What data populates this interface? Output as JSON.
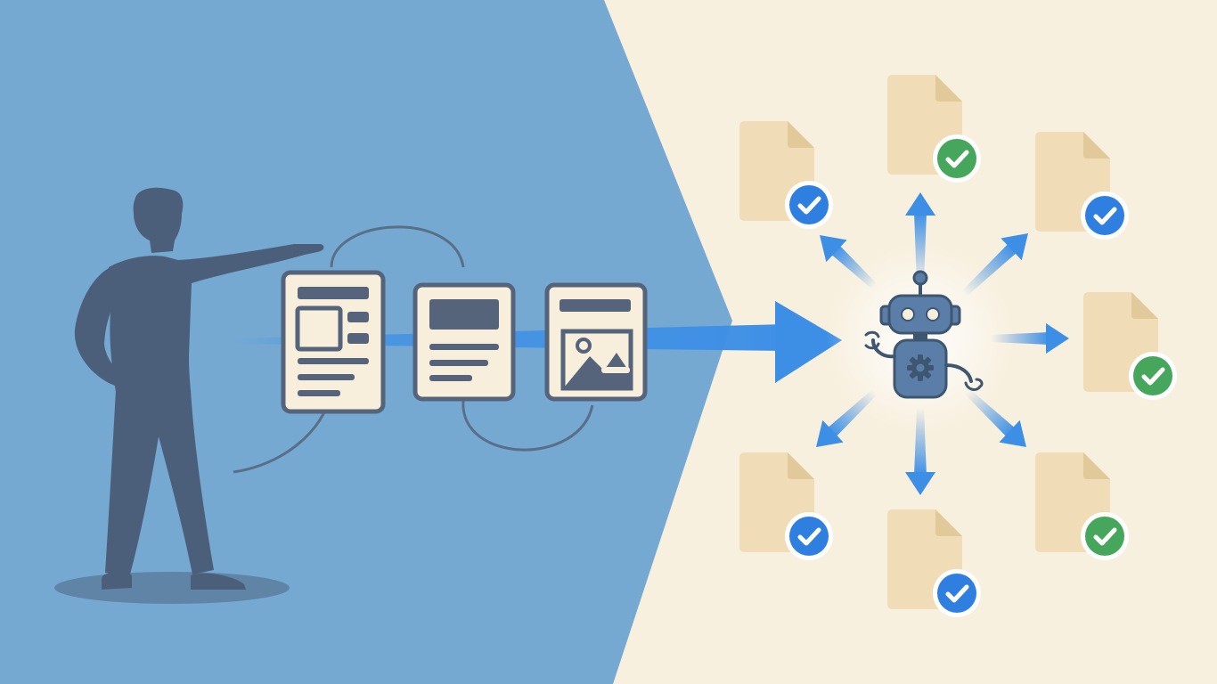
{
  "colors": {
    "left_panel": "#75A9D2",
    "right_panel": "#F8F0DF",
    "figure": "#4B5F7B",
    "shadow": "#5F84A6",
    "template_paper": "#F7EEDB",
    "template_ink": "#55647A",
    "arrow_blue": "#3D8FE6",
    "doc_paper": "#F0DDB8",
    "doc_fold": "#E2C999",
    "check_blue": "#2F7FE0",
    "check_green": "#46A65C",
    "robot_body": "#5A7EA8",
    "robot_outline": "#3E5770"
  },
  "icons": {
    "person": "person-pointing-silhouette-icon",
    "templates": [
      "text-layout-template-icon",
      "list-layout-template-icon",
      "image-layout-template-icon"
    ],
    "center": "robot-icon",
    "gear": "gear-icon",
    "document": "document-icon",
    "check": "checkmark-icon"
  },
  "outputs": [
    {
      "dir": "up",
      "status": "green"
    },
    {
      "dir": "up-right",
      "status": "blue"
    },
    {
      "dir": "right",
      "status": "green"
    },
    {
      "dir": "down-right",
      "status": "green"
    },
    {
      "dir": "down",
      "status": "blue"
    },
    {
      "dir": "down-left",
      "status": "blue"
    },
    {
      "dir": "up-left",
      "status": "blue"
    }
  ]
}
